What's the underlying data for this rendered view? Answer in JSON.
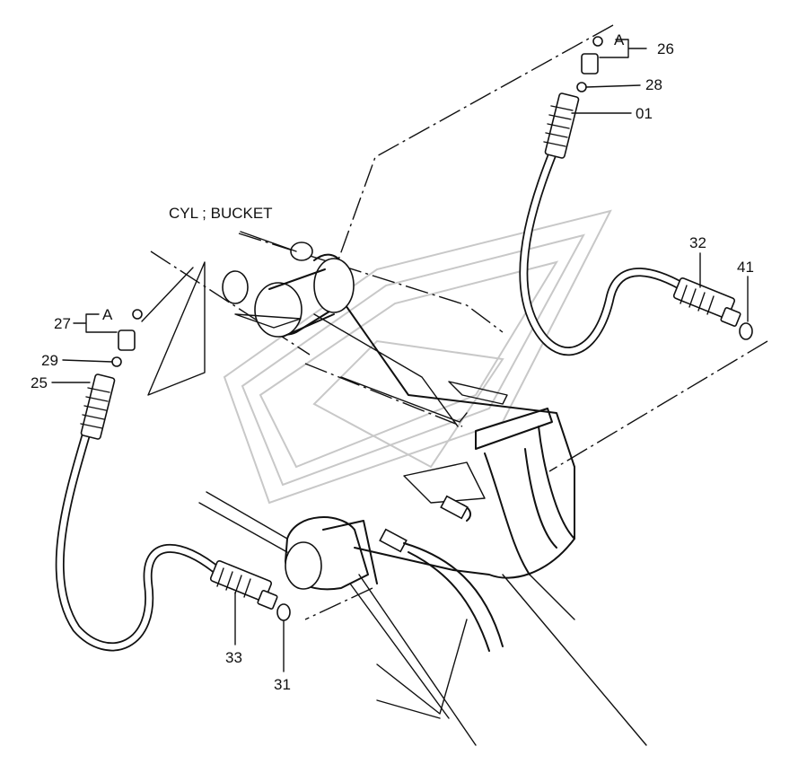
{
  "diagram": {
    "component_label": "CYL ; BUCKET",
    "callouts": [
      {
        "id": "26",
        "text": "26"
      },
      {
        "id": "28",
        "text": "28"
      },
      {
        "id": "01",
        "text": "01"
      },
      {
        "id": "32",
        "text": "32"
      },
      {
        "id": "41",
        "text": "41"
      },
      {
        "id": "27",
        "text": "27"
      },
      {
        "id": "29",
        "text": "29"
      },
      {
        "id": "25",
        "text": "25"
      },
      {
        "id": "33",
        "text": "33"
      },
      {
        "id": "31",
        "text": "31"
      }
    ],
    "detail_markers": [
      {
        "text": "A"
      },
      {
        "text": "A"
      }
    ]
  }
}
